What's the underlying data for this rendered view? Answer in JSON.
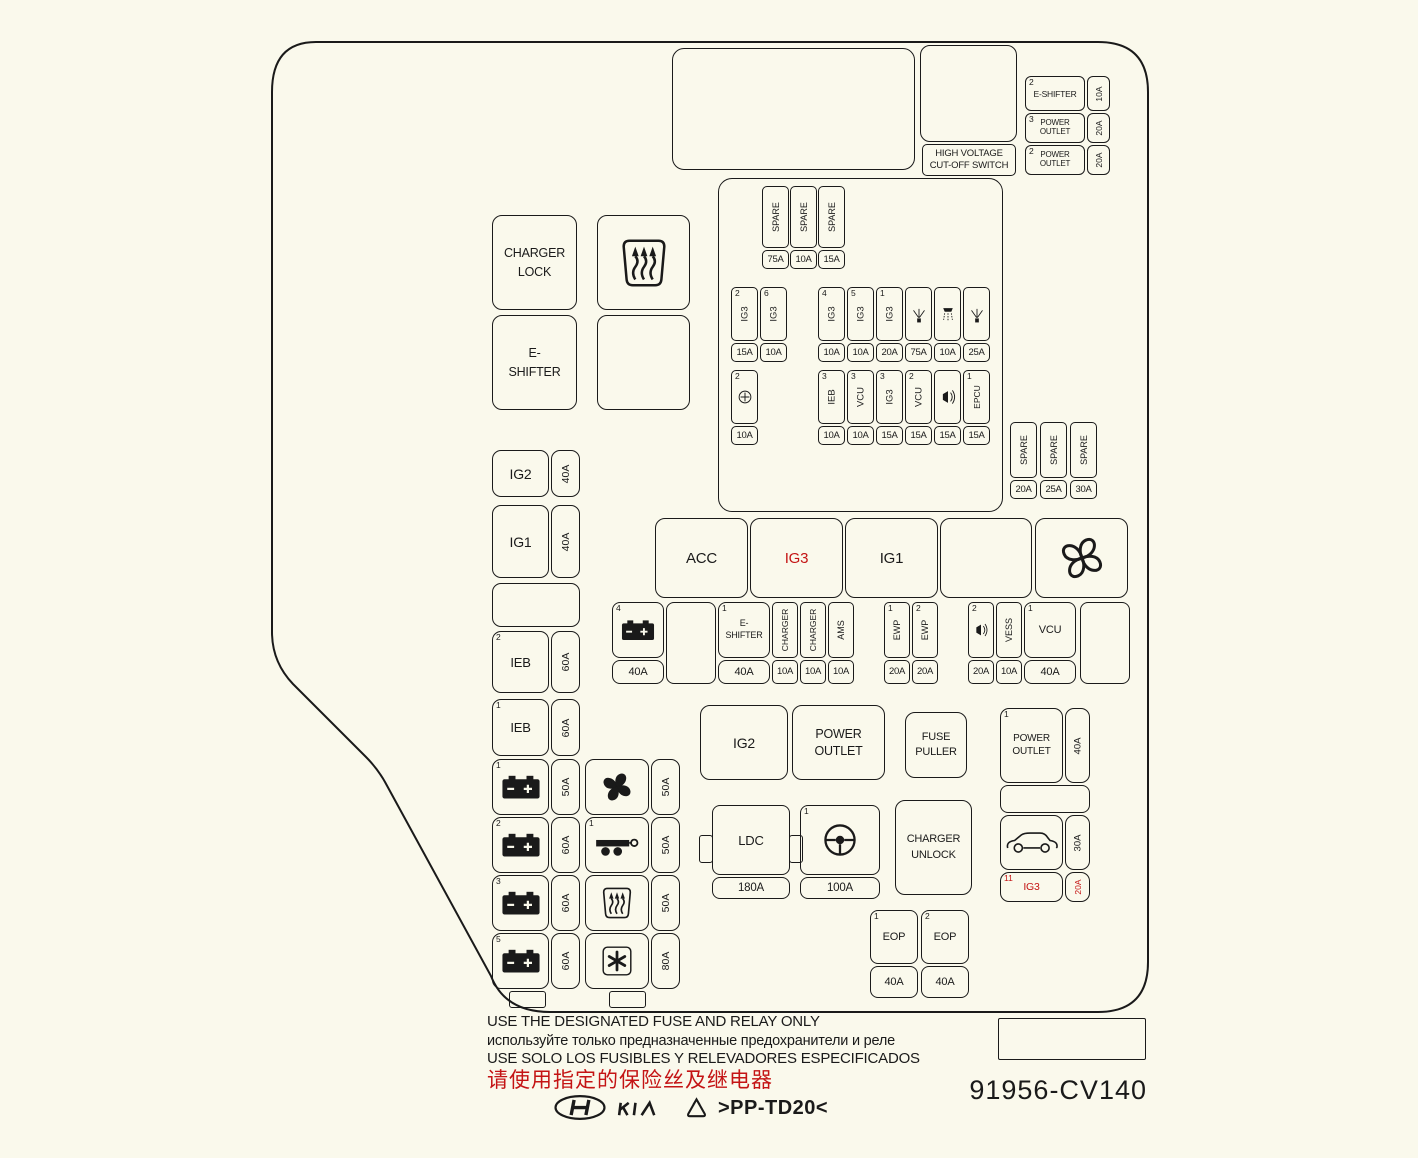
{
  "colors": {
    "background": "#FAF9EC",
    "line": "#1A1A1A",
    "accent_red": "#C41414"
  },
  "top": {
    "hv_switch": "HIGH VOLTAGE\nCUT-OFF SWITCH",
    "right_fuses": [
      {
        "idx": "2",
        "name": "E-SHIFTER",
        "amp": "10A"
      },
      {
        "idx": "3",
        "name": "POWER\nOUTLET",
        "amp": "20A"
      },
      {
        "idx": "2",
        "name": "POWER\nOUTLET",
        "amp": "20A"
      }
    ]
  },
  "left_top": {
    "charger_lock": "CHARGER\nLOCK",
    "e_shifter": "E-\nSHIFTER"
  },
  "panel": {
    "spares_top": [
      {
        "name": "SPARE",
        "amp": "75A"
      },
      {
        "name": "SPARE",
        "amp": "10A"
      },
      {
        "name": "SPARE",
        "amp": "15A"
      }
    ],
    "row1": [
      {
        "idx": "2",
        "name": "IG3",
        "amp": "15A"
      },
      {
        "idx": "6",
        "name": "IG3",
        "amp": "10A"
      },
      {
        "idx": "4",
        "name": "IG3",
        "amp": "10A"
      },
      {
        "idx": "5",
        "name": "IG3",
        "amp": "10A"
      },
      {
        "idx": "1",
        "name": "IG3",
        "amp": "20A"
      },
      {
        "icon": "washer-spray",
        "amp": "75A"
      },
      {
        "icon": "sprinkler",
        "amp": "10A"
      },
      {
        "icon": "washer-spray",
        "amp": "25A"
      }
    ],
    "row2": [
      {
        "idx": "2",
        "icon": "circle-plus",
        "amp": "10A"
      },
      {
        "idx": "3",
        "name": "IEB",
        "amp": "10A"
      },
      {
        "idx": "3",
        "name": "VCU",
        "amp": "10A"
      },
      {
        "idx": "3",
        "name": "IG3",
        "amp": "15A"
      },
      {
        "idx": "2",
        "name": "VCU",
        "amp": "15A"
      },
      {
        "icon": "horn",
        "amp": "15A"
      },
      {
        "idx": "1",
        "name": "EPCU",
        "amp": "15A"
      }
    ],
    "spares_right": [
      {
        "name": "SPARE",
        "amp": "20A"
      },
      {
        "name": "SPARE",
        "amp": "25A"
      },
      {
        "name": "SPARE",
        "amp": "30A"
      }
    ]
  },
  "left_col": [
    {
      "name": "IG2",
      "amp": "40A"
    },
    {
      "name": "IG1",
      "amp": "40A"
    },
    {
      "idx": "2",
      "name": "IEB",
      "amp": "60A"
    },
    {
      "idx": "1",
      "name": "IEB",
      "amp": "60A"
    }
  ],
  "battery_grid": {
    "left": [
      {
        "idx": "1",
        "icon": "battery",
        "amp": "50A"
      },
      {
        "idx": "2",
        "icon": "battery",
        "amp": "60A"
      },
      {
        "idx": "3",
        "icon": "battery",
        "amp": "60A"
      },
      {
        "idx": "5",
        "icon": "battery",
        "amp": "60A"
      }
    ],
    "right": [
      {
        "icon": "fan",
        "amp": "50A"
      },
      {
        "idx": "1",
        "icon": "trailer",
        "amp": "50A"
      },
      {
        "icon": "defrost",
        "amp": "50A"
      },
      {
        "icon": "star",
        "amp": "80A"
      }
    ]
  },
  "relays": {
    "acc": "ACC",
    "ig3": "IG3",
    "ig1": "IG1"
  },
  "mid_row": {
    "battery": {
      "idx": "4",
      "amp": "40A"
    },
    "e_shifter": {
      "idx": "1",
      "name": "E-\nSHIFTER",
      "amp": "40A"
    },
    "narrow": [
      {
        "name": "CHARGER",
        "amp": "10A"
      },
      {
        "name": "CHARGER",
        "amp": "10A"
      },
      {
        "name": "AMS",
        "amp": "10A"
      },
      {
        "idx": "1",
        "name": "EWP",
        "amp": "20A"
      },
      {
        "idx": "2",
        "name": "EWP",
        "amp": "20A"
      },
      {
        "idx": "2",
        "icon": "horn",
        "amp": "20A"
      },
      {
        "name": "VESS",
        "amp": "10A"
      }
    ],
    "vcu": {
      "idx": "1",
      "name": "VCU",
      "amp": "40A"
    }
  },
  "lower": {
    "ig2": "IG2",
    "power_outlet": "POWER\nOUTLET",
    "fuse_puller": "FUSE\nPULLER",
    "power_outlet_fuse": {
      "idx": "1",
      "name": "POWER\nOUTLET",
      "amp": "40A"
    },
    "ldc": {
      "name": "LDC",
      "amp": "180A"
    },
    "steering": {
      "idx": "1",
      "icon": "steering-wheel",
      "amp": "100A"
    },
    "charger_unlock": "CHARGER\nUNLOCK",
    "car_fuse": {
      "icon": "car",
      "amp": "30A"
    },
    "ig3_fuse": {
      "idx": "11",
      "name": "IG3",
      "amp": "20A"
    },
    "eop": [
      {
        "idx": "1",
        "name": "EOP",
        "amp": "40A"
      },
      {
        "idx": "2",
        "name": "EOP",
        "amp": "40A"
      }
    ]
  },
  "footer": {
    "line_en": "USE THE DESIGNATED FUSE AND RELAY ONLY",
    "line_ru": "используйте только предназначенные предохранители и реле",
    "line_es": "USE SOLO LOS FUSIBLES Y RELEVADORES ESPECIFICADOS",
    "line_zh": "请使用指定的保险丝及继电器",
    "material_code": "&gt;PP-TD20&lt;",
    "material_code_plain": ">PP-TD20<",
    "part_number": "91956-CV140"
  }
}
